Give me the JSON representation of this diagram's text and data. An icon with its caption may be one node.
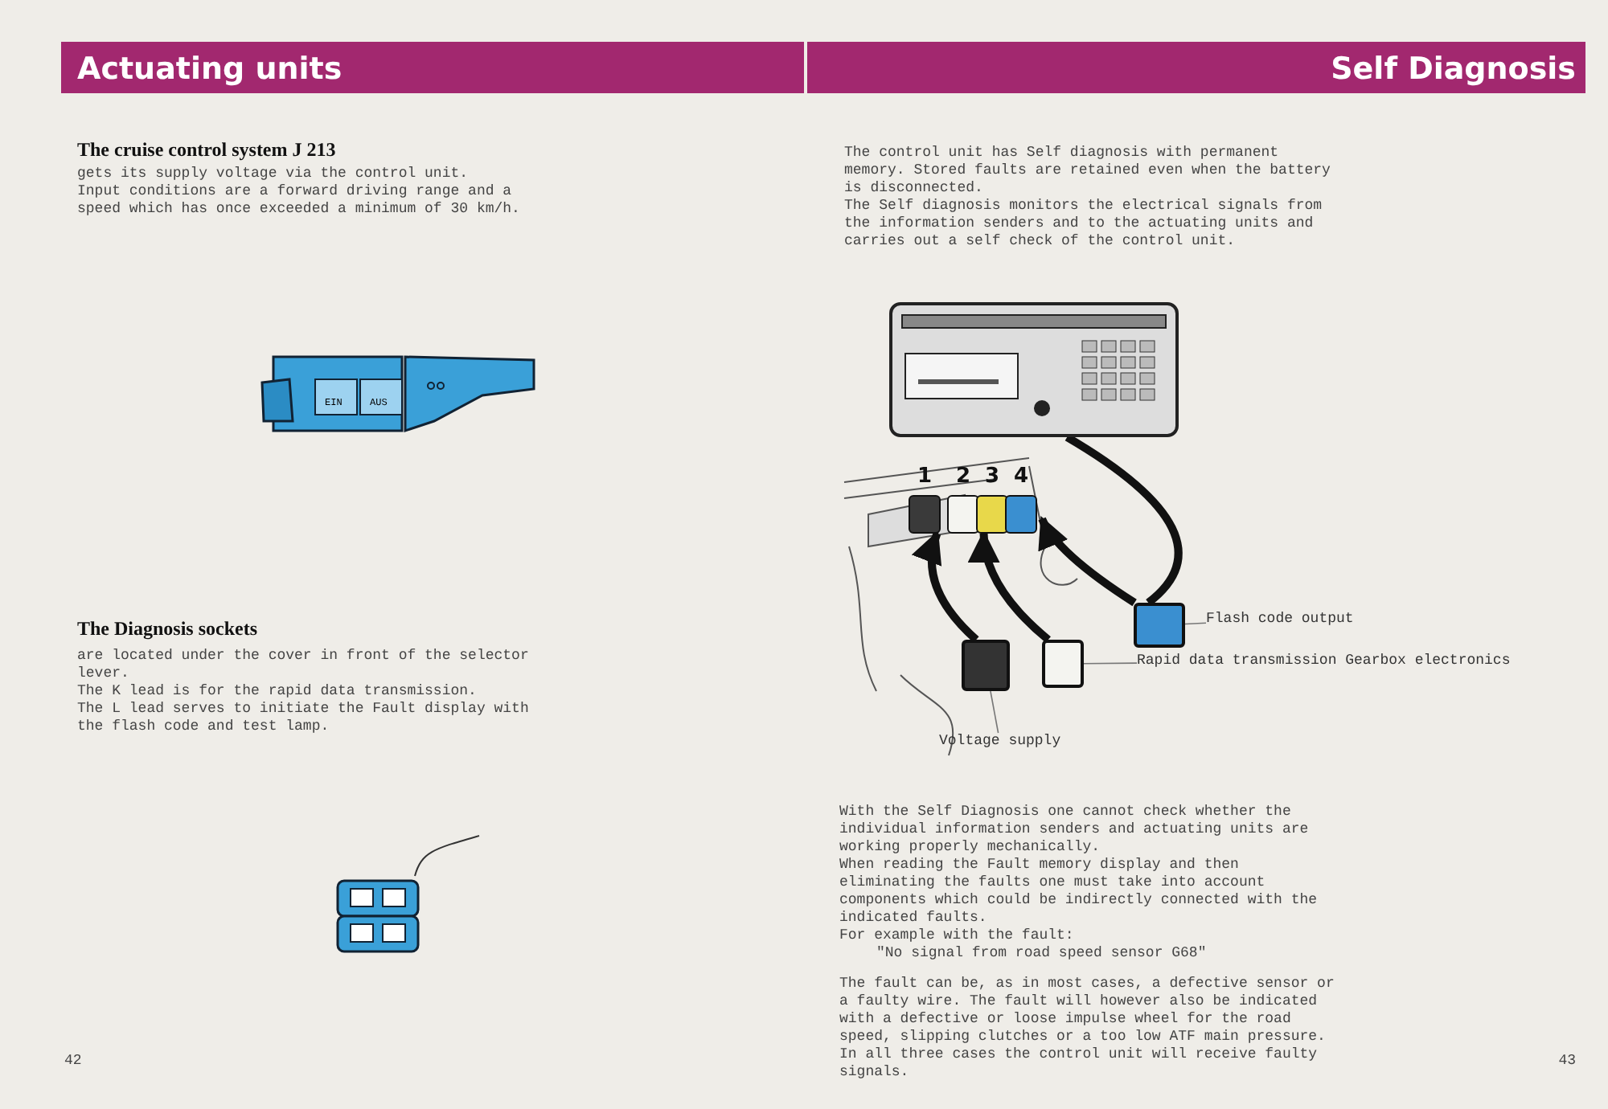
{
  "diagram": {
    "nodes": [
      {
        "text": [],
        "shape": "picture"
      },
      {
        "text": [
          "1"
        ]
      },
      {
        "text": [
          "2"
        ]
      },
      {
        "text": [
          "3"
        ]
      },
      {
        "text": [
          "4"
        ]
      },
      {
        "text": [],
        "shape": "box"
      },
      {
        "text": [],
        "shape": "box"
      },
      {
        "text": [],
        "shape": "box"
      },
      {
        "text": [
          "Flash code output"
        ]
      },
      {
        "text": [
          "Rapid data transmission Gearbox electronics"
        ]
      },
      {
        "text": [
          "Voltage supply"
        ]
      }
    ],
    "edges": [
      {
        "from": 0,
        "to": 5,
        "arrow": "none"
      },
      {
        "from": 7,
        "to": 1,
        "arrow": "to"
      },
      {
        "from": 6,
        "to": 2,
        "arrow": "to"
      },
      {
        "from": 5,
        "to": 4,
        "arrow": "to"
      },
      {
        "from": 8,
        "to": 5,
        "arrow": "none",
        "color": "#777777"
      },
      {
        "from": 9,
        "to": 6,
        "arrow": "none",
        "color": "#777777"
      },
      {
        "from": 10,
        "to": 7,
        "arrow": "none",
        "color": "#777777"
      }
    ],
    "labels": [
      "Actuating units",
      "Self Diagnosis",
      "The cruise control system J 213",
      "gets its supply voltage via the control unit.",
      "Input conditions are a forward driving range and a speed which has once exceeded a minimum of 30 km/h.",
      "EIN",
      "AUS",
      "The Diagnosis sockets",
      "are located under the cover in front of the selector lever.",
      "The K lead is for the rapid data transmission.",
      "The L lead serves to initiate the Fault display with the flash code and test lamp.",
      "The control unit has Self diagnosis with permanent memory. Stored faults are retained even when the battery is disconnected.",
      "The Self diagnosis monitors the electrical signals from the information senders and to the actuating units and carries out a self check of the control unit.",
      "With the Self Diagnosis one cannot check whether the individual information senders and actuating units are working properly mechanically.",
      "When reading the Fault memory display and then eliminating the faults one must take into account components which could be indirectly connected with the indicated faults.",
      "For example with the fault:",
      "\"No signal from road speed sensor G68\"",
      "The fault can be, as in most cases, a defective sensor or a faulty wire. The fault will however also be indicated with a defective or loose impulse wheel for the road speed, slipping clutches or a too low ATF main pressure. In all three cases the control unit will receive faulty signals.",
      "42",
      "43"
    ]
  }
}
